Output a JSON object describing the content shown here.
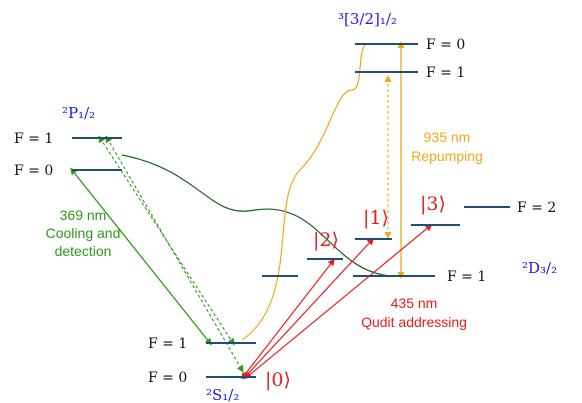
{
  "colors": {
    "level": "#1f4e79",
    "state_label": "#1a1aee",
    "ket_label": "#e81c1c",
    "green": "#2e9a18",
    "dark_green": "#1e5a1e",
    "orange": "#f0a81a",
    "red": "#e81c1c",
    "text": "#111111"
  },
  "labels": {
    "p_state": "²P₁/₂",
    "p_f1": "F = 1",
    "p_f0": "F = 0",
    "s_state": "²S₁/₂",
    "s_f1": "F = 1",
    "s_f0": "F = 0",
    "d_state": "²D₃/₂",
    "d_f2": "F = 2",
    "d_f1": "F = 1",
    "top_state": "³[3/2]₁/₂",
    "top_f0": "F = 0",
    "top_f1": "F = 1",
    "ket0": "|0⟩",
    "ket1": "|1⟩",
    "ket2": "|2⟩",
    "ket3": "|3⟩"
  },
  "annotations": {
    "green_nm": "369 nm",
    "green_line2": "Cooling and",
    "green_line3": "detection",
    "orange_nm": "935 nm",
    "orange_line2": "Repumping",
    "red_nm": "435 nm",
    "red_line2": "Qudit addressing"
  }
}
